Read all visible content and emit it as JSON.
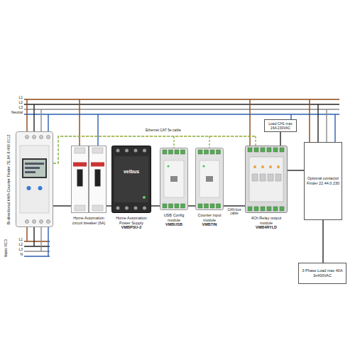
{
  "diagram": {
    "nodes": [
      {
        "text": [
          "Bi-directional kWh Counter Finder 7E.64.8.400.0112"
        ]
      },
      {
        "text": [
          "Home Automation circuit breaker (6A)"
        ]
      },
      {
        "text": [
          "Home Automation Power Supply",
          "VMBPSU-2"
        ]
      },
      {
        "text": [
          "USB Config module",
          "VMBUSB"
        ]
      },
      {
        "text": [
          "Counter input module",
          "VMB7IN"
        ]
      },
      {
        "text": [
          "4Ch Relay output module",
          "VMB4RYLD"
        ]
      },
      {
        "text": [
          "Optional contactor Finder 22.44.0.230"
        ]
      },
      {
        "text": [
          "Load CH1 max 16A 230VAC"
        ]
      },
      {
        "text": [
          "3 Phase Load max 40A 3x400VAC"
        ]
      }
    ],
    "edges": [
      {
        "from": 0,
        "to": 1,
        "arrow": "none"
      },
      {
        "from": 1,
        "to": 2,
        "arrow": "none"
      },
      {
        "from": 2,
        "to": 3,
        "arrow": "none"
      },
      {
        "from": 3,
        "to": 4,
        "arrow": "none"
      },
      {
        "from": 4,
        "to": 5,
        "label": "CAN bus cable",
        "arrow": "none"
      },
      {
        "from": 5,
        "to": 7,
        "arrow": "none"
      },
      {
        "from": 5,
        "to": 6,
        "arrow": "none"
      },
      {
        "from": 6,
        "to": 8,
        "arrow": "none"
      }
    ],
    "labels": [
      "L1",
      "L2",
      "L3",
      "Neutral",
      "L1",
      "L2",
      "L3",
      "N",
      "Mains RCD",
      "Ethernet CAT 5e cable",
      "velbus"
    ]
  }
}
